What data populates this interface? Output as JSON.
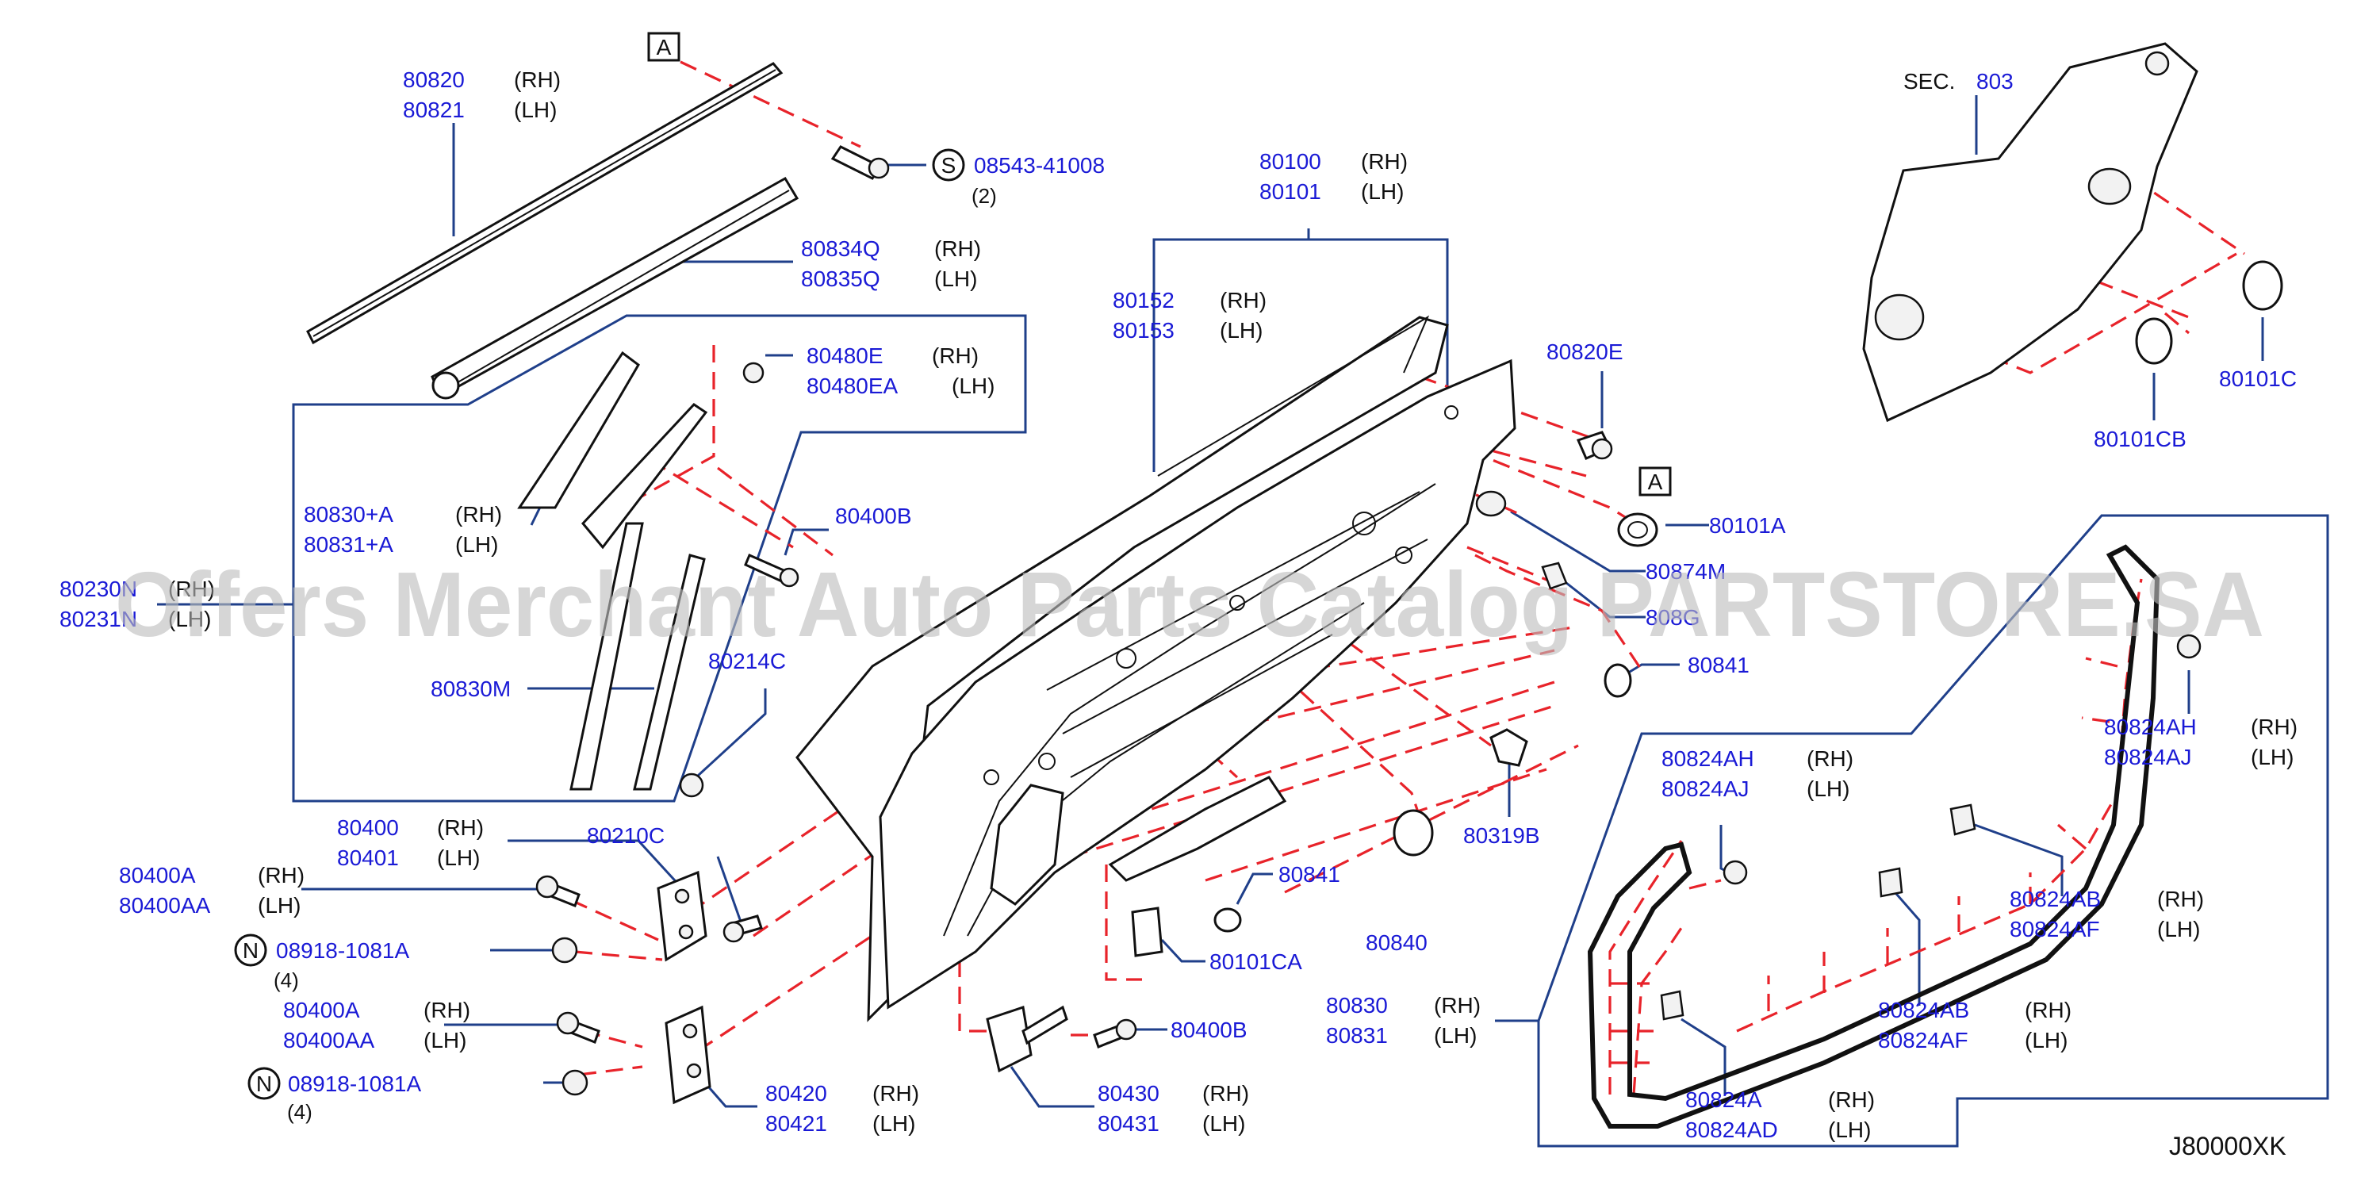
{
  "diagram": {
    "watermark": "Offers Merchant Auto Parts Catalog PARTSTORE.SA",
    "diagram_code": "J80000XK",
    "section_ref": {
      "prefix": "SEC.",
      "number": "803"
    },
    "markers": {
      "a_top": "A",
      "a_mid": "A",
      "s": "S",
      "n1": "N",
      "n2": "N"
    },
    "qty": {
      "q_08543": "(2)",
      "q_08918_1": "(4)",
      "q_08918_2": "(4)"
    },
    "callouts": {
      "p80820": {
        "rh": "80820",
        "lh": "80821",
        "rh_side": "(RH)",
        "lh_side": "(LH)"
      },
      "p08543": {
        "code": "08543-41008"
      },
      "p80834Q": {
        "rh": "80834Q",
        "lh": "80835Q",
        "rh_side": "(RH)",
        "lh_side": "(LH)"
      },
      "p80480E": {
        "rh": "80480E",
        "lh": "80480EA",
        "rh_side": "(RH)",
        "lh_side": "(LH)"
      },
      "p80830A": {
        "rh": "80830+A",
        "lh": "80831+A",
        "rh_side": "(RH)",
        "lh_side": "(LH)"
      },
      "p80400B_top": {
        "code": "80400B"
      },
      "p80230N": {
        "rh": "80230N",
        "lh": "80231N",
        "rh_side": "(RH)",
        "lh_side": "(LH)"
      },
      "p80830M": {
        "code": "80830M"
      },
      "p80214C": {
        "code": "80214C"
      },
      "p80100": {
        "rh": "80100",
        "lh": "80101",
        "rh_side": "(RH)",
        "lh_side": "(LH)"
      },
      "p80152": {
        "rh": "80152",
        "lh": "80153",
        "rh_side": "(RH)",
        "lh_side": "(LH)"
      },
      "p80820E": {
        "code": "80820E"
      },
      "p80101A": {
        "code": "80101A"
      },
      "p80874M": {
        "code": "80874M"
      },
      "p808G": {
        "code": "808G"
      },
      "p80841_top": {
        "code": "80841"
      },
      "p80319B": {
        "code": "80319B"
      },
      "p80101C": {
        "code": "80101C"
      },
      "p80101CB": {
        "code": "80101CB"
      },
      "p80400": {
        "rh": "80400",
        "lh": "80401",
        "rh_side": "(RH)",
        "lh_side": "(LH)"
      },
      "p80210C": {
        "code": "80210C"
      },
      "p80400A_1": {
        "rh": "80400A",
        "lh": "80400AA",
        "rh_side": "(RH)",
        "lh_side": "(LH)"
      },
      "p08918_1": {
        "code": "08918-1081A"
      },
      "p80400A_2": {
        "rh": "80400A",
        "lh": "80400AA",
        "rh_side": "(RH)",
        "lh_side": "(LH)"
      },
      "p08918_2": {
        "code": "08918-1081A"
      },
      "p80420": {
        "rh": "80420",
        "lh": "80421",
        "rh_side": "(RH)",
        "lh_side": "(LH)"
      },
      "p80430": {
        "rh": "80430",
        "lh": "80431",
        "rh_side": "(RH)",
        "lh_side": "(LH)"
      },
      "p80400B_bot": {
        "code": "80400B"
      },
      "p80101CA": {
        "code": "80101CA"
      },
      "p80841_mid": {
        "code": "80841"
      },
      "p80840": {
        "code": "80840"
      },
      "p80830": {
        "rh": "80830",
        "lh": "80831",
        "rh_side": "(RH)",
        "lh_side": "(LH)"
      },
      "p80824AH_r": {
        "rh": "80824AH",
        "lh": "80824AJ",
        "rh_side": "(RH)",
        "lh_side": "(LH)"
      },
      "p80824AH_l": {
        "rh": "80824AH",
        "lh": "80824AJ",
        "rh_side": "(RH)",
        "lh_side": "(LH)"
      },
      "p80824AB_1": {
        "rh": "80824AB",
        "lh": "80824AF",
        "rh_side": "(RH)",
        "lh_side": "(LH)"
      },
      "p80824AB_2": {
        "rh": "80824AB",
        "lh": "80824AF",
        "rh_side": "(RH)",
        "lh_side": "(LH)"
      },
      "p80824A": {
        "rh": "80824A",
        "lh": "80824AD",
        "rh_side": "(RH)",
        "lh_side": "(LH)"
      }
    }
  }
}
